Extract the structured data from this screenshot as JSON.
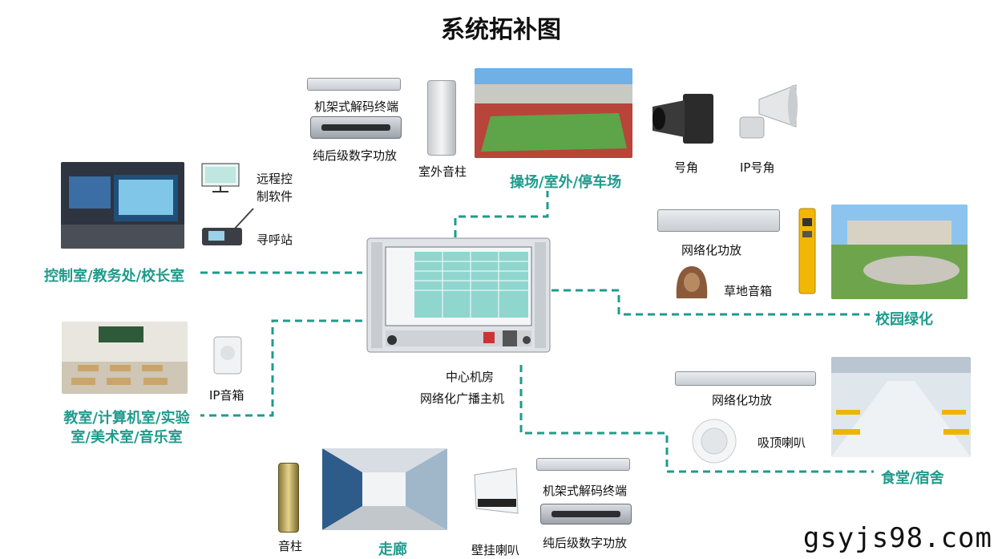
{
  "title": "系统拓补图",
  "center": {
    "line1": "中心机房",
    "line2": "网络化广播主机"
  },
  "zones": {
    "control": "控制室/教务处/校长室",
    "playground": "操场/室外/停车场",
    "campus": "校园绿化",
    "classroom": "教室/计算机室/实验室/美术室/音乐室",
    "canteen": "食堂/宿舍",
    "corridor": "走廊"
  },
  "labels": {
    "remote_software": "远程控制软件",
    "paging_station": "寻呼站",
    "rack_decoder_top": "机架式解码终端",
    "post_amp_top": "纯后级数字功放",
    "outdoor_column": "室外音柱",
    "horn": "号角",
    "ip_horn": "IP号角",
    "network_amp_right": "网络化功放",
    "lawn_speaker": "草地音箱",
    "ip_speaker": "IP音箱",
    "network_amp_canteen": "网络化功放",
    "ceiling_speaker": "吸顶喇叭",
    "column_speaker": "音柱",
    "wall_speaker": "壁挂喇叭",
    "rack_decoder_bottom": "机架式解码终端",
    "post_amp_bottom": "纯后级数字功放"
  },
  "watermark": "gsyjs98.com",
  "colors": {
    "accent": "#1f9b8c",
    "link": "#1f9b8c"
  }
}
